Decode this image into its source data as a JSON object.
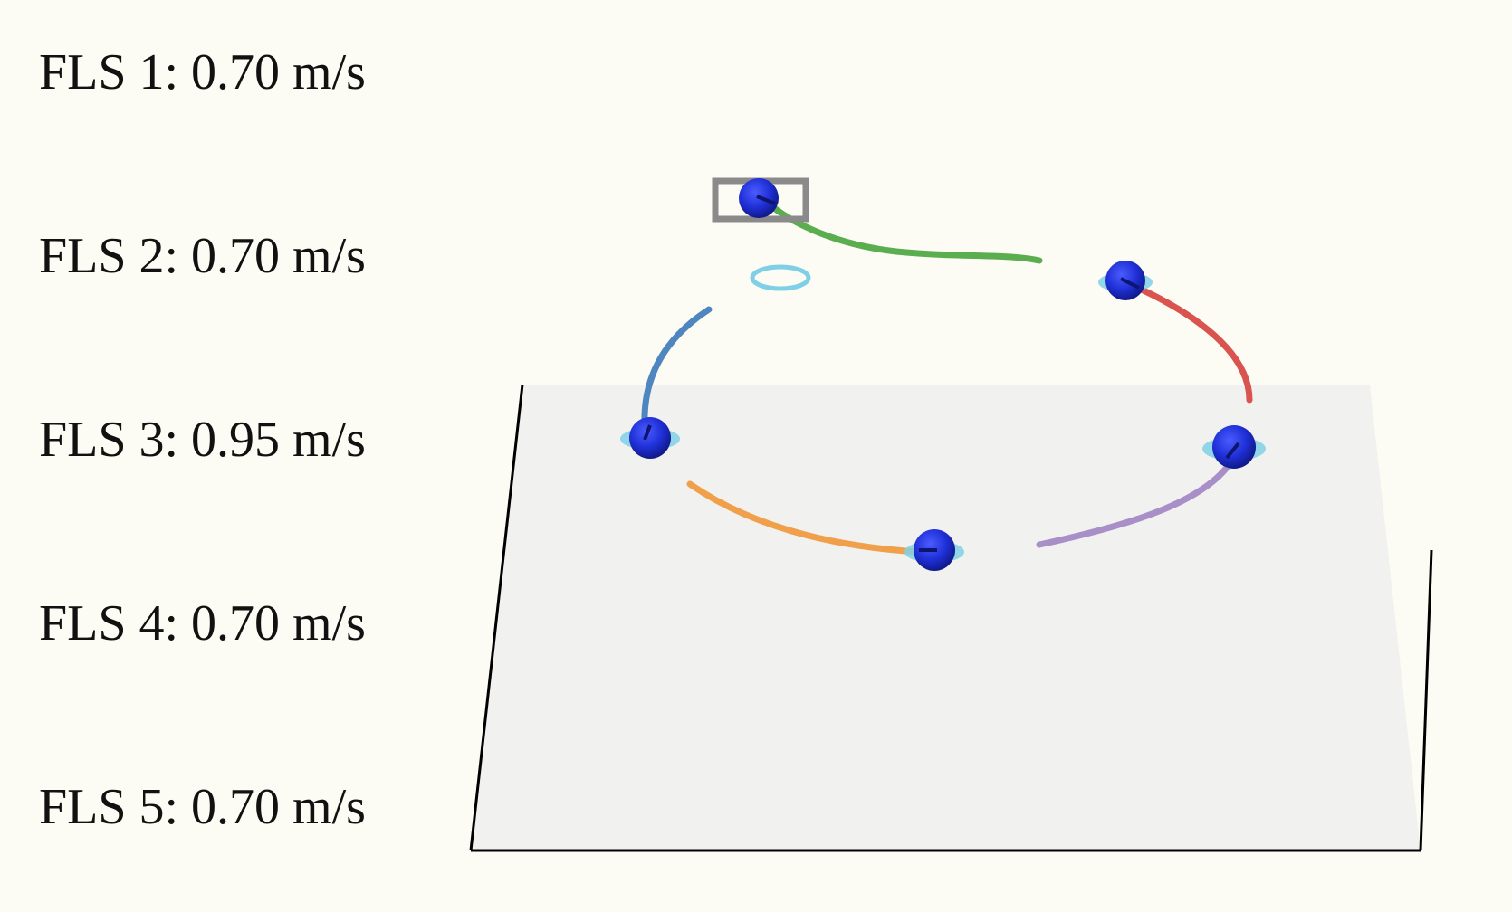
{
  "speeds": [
    {
      "label": "FLS 1: 0.70 m/s"
    },
    {
      "label": "FLS 2: 0.70 m/s"
    },
    {
      "label": "FLS 3: 0.95 m/s"
    },
    {
      "label": "FLS 4: 0.70 m/s"
    },
    {
      "label": "FLS 5: 0.70 m/s"
    }
  ],
  "colors": {
    "background": "#fdfcf4",
    "floor": "#f1f1ef",
    "drone": "#1f2fd6",
    "halo": "#7fd0e6",
    "selection_box": "#8a8a8a",
    "trail_green": "#5aae4f",
    "trail_red": "#d9534f",
    "trail_blue": "#4f86c0",
    "trail_orange": "#f0a04b",
    "trail_purple": "#a88fc8"
  }
}
